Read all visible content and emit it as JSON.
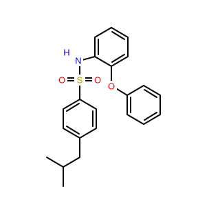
{
  "molecule": {
    "atoms": [
      {
        "id": "N",
        "label": "N",
        "color": "#0000ff"
      },
      {
        "id": "H",
        "label": "H",
        "color": "#0000ff"
      },
      {
        "id": "S",
        "label": "S",
        "color": "#b8a000"
      },
      {
        "id": "O1",
        "label": "O",
        "color": "#ff0000"
      },
      {
        "id": "O2",
        "label": "O",
        "color": "#ff0000"
      },
      {
        "id": "O3",
        "label": "O",
        "color": "#ff0000"
      }
    ]
  }
}
